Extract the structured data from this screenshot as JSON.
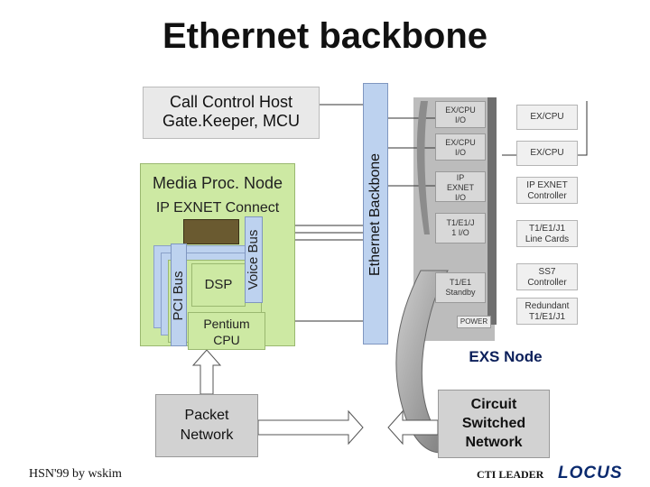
{
  "title": "Ethernet backbone",
  "host": {
    "line1": "Call Control Host",
    "line2": "Gate.Keeper, MCU"
  },
  "media": {
    "title": "Media Proc. Node",
    "connect": "IP EXNET Connect",
    "pci_bus": "PCI Bus",
    "voice_bus": "Voice Bus",
    "dsp": "DSP",
    "pentium_line1": "Pentium",
    "pentium_line2": "CPU"
  },
  "backbone": {
    "label": "Ethernet Backbone"
  },
  "exs": {
    "cards_left": [
      {
        "line1": "EX/CPU",
        "line2": "I/O"
      },
      {
        "line1": "EX/CPU",
        "line2": "I/O"
      },
      {
        "line1": "IP",
        "line2": "EXNET",
        "line3": "I/O"
      },
      {
        "line1": "T1/E1/J",
        "line2": "1 I/O"
      },
      {
        "line1": "T1/E1",
        "line2": "Standby"
      }
    ],
    "power": "POWER",
    "cards_right": [
      {
        "line1": "EX/CPU"
      },
      {
        "line1": "EX/CPU"
      },
      {
        "line1": "IP EXNET",
        "line2": "Controller"
      },
      {
        "line1": "T1/E1/J1",
        "line2": "Line Cards"
      },
      {
        "line1": "SS7",
        "line2": "Controller"
      },
      {
        "line1": "Redundant",
        "line2": "T1/E1/J1"
      }
    ],
    "label": "EXS Node"
  },
  "packet": {
    "line1": "Packet",
    "line2": "Network"
  },
  "circuit": {
    "line1": "Circuit",
    "line2": "Switched",
    "line3": "Network"
  },
  "footer": {
    "left": "HSN'99 by wskim",
    "cti": "CTI LEADER",
    "logo": "LOCUS"
  },
  "colors": {
    "green": "#cde9a3",
    "blue": "#bdd2ef",
    "navy": "#0b1f5a"
  }
}
